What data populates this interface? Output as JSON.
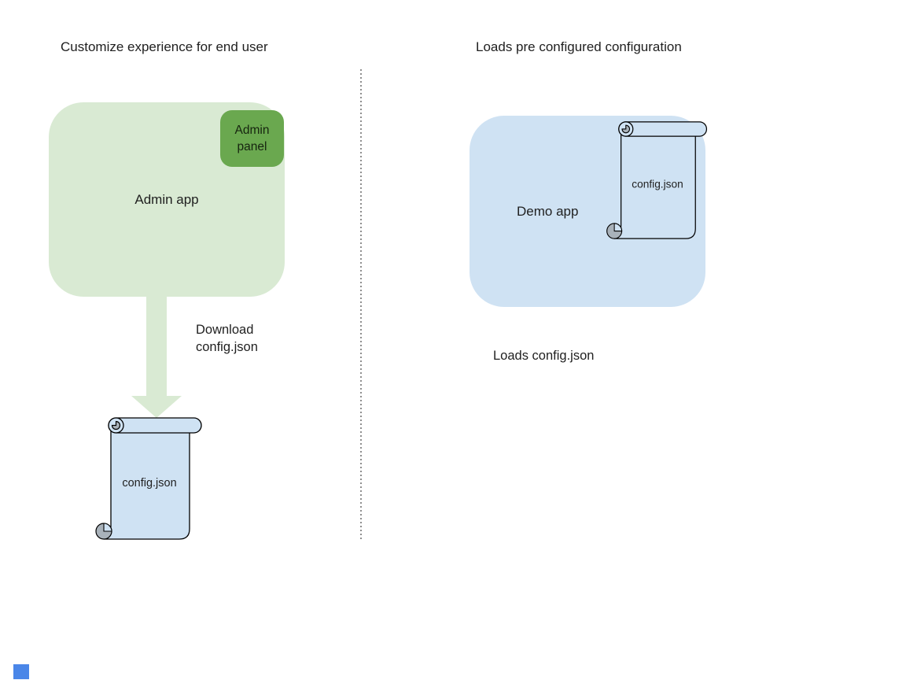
{
  "left_section": {
    "title": "Customize experience for end user",
    "admin_app": {
      "label": "Admin app",
      "panel_label": "Admin\npanel"
    },
    "arrow_label": "Download\nconfig.json",
    "config_file_label": "config.json"
  },
  "right_section": {
    "title": "Loads pre configured configuration",
    "demo_app": {
      "label": "Demo app"
    },
    "config_file_label": "config.json",
    "caption": "Loads config.json"
  },
  "icons": {
    "left_arrow": "down-arrow-icon",
    "left_file": "scroll-document-icon",
    "right_file": "scroll-document-icon"
  },
  "colors": {
    "app_green_light": "#d9ead3",
    "app_green_dark": "#6aa84f",
    "app_blue_light": "#cfe2f3",
    "curl_grey": "#a9b2ba",
    "outline": "#000000",
    "text": "#1f1f1f",
    "divider_grey": "#8e8e8e",
    "corner_blue": "#4a86e8"
  }
}
